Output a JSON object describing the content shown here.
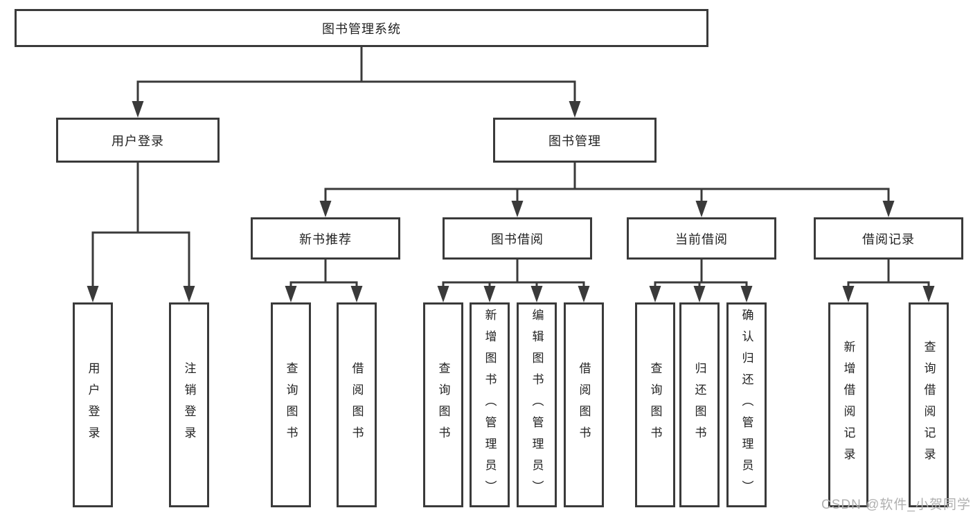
{
  "colors": {
    "line": "#3a3a3a",
    "box_border": "#3a3a3a",
    "text": "#222222",
    "background": "#ffffff",
    "watermark": "#b0b0b0"
  },
  "tree": {
    "root": {
      "label": "图书管理系统"
    },
    "branches": [
      {
        "label": "用户登录",
        "children": [
          {
            "label": "用户登录"
          },
          {
            "label": "注销登录"
          }
        ]
      },
      {
        "label": "图书管理",
        "groups": [
          {
            "label": "新书推荐",
            "children": [
              {
                "label": "查询图书"
              },
              {
                "label": "借阅图书"
              }
            ]
          },
          {
            "label": "图书借阅",
            "children": [
              {
                "label": "查询图书"
              },
              {
                "label": "新增图书（管理员）"
              },
              {
                "label": "编辑图书（管理员）"
              },
              {
                "label": "借阅图书"
              }
            ]
          },
          {
            "label": "当前借阅",
            "children": [
              {
                "label": "查询图书"
              },
              {
                "label": "归还图书"
              },
              {
                "label": "确认归还（管理员）"
              }
            ]
          },
          {
            "label": "借阅记录",
            "children": [
              {
                "label": "新增借阅记录"
              },
              {
                "label": "查询借阅记录"
              }
            ]
          }
        ]
      }
    ]
  },
  "watermark": {
    "text": "CSDN @软件_小贺同学"
  }
}
